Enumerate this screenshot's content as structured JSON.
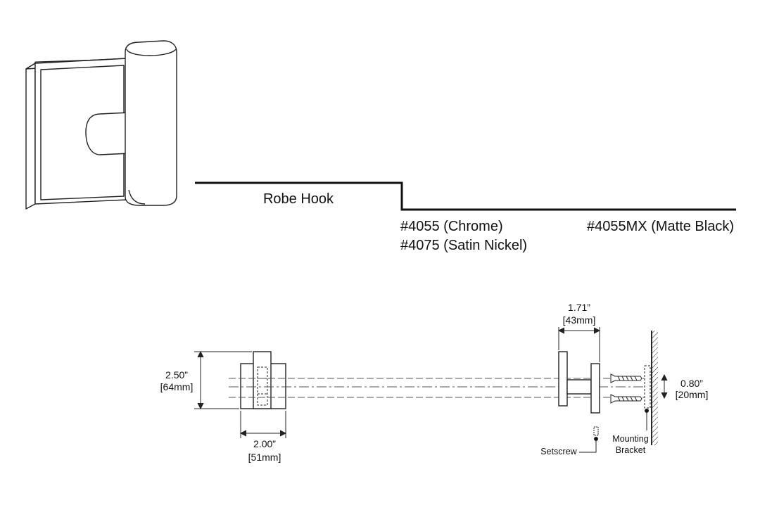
{
  "product": {
    "name": "Robe Hook",
    "models": [
      "#4055 (Chrome)",
      "#4075 (Satin Nickel)",
      "#4055MX (Matte Black)"
    ]
  },
  "front_view": {
    "height_in": "2.50”",
    "height_mm": "[64mm]",
    "width_in": "2.00”",
    "width_mm": "[51mm]"
  },
  "side_view": {
    "projection_in": "1.71”",
    "projection_mm": "[43mm]",
    "bracket_in": "0.80”",
    "bracket_mm": "[20mm]",
    "setscrew_label": "Setscrew",
    "bracket_label_1": "Mounting",
    "bracket_label_2": "Bracket"
  }
}
